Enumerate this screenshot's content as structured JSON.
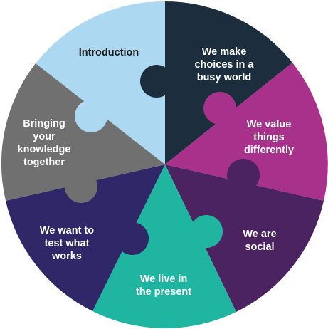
{
  "pieces": [
    {
      "id": "introduction",
      "lines": [
        "Introduction"
      ],
      "color": "#acd9f1",
      "text_color": "#1b1b1b"
    },
    {
      "id": "choices",
      "lines": [
        "We make",
        "choices in a",
        "busy world"
      ],
      "color": "#1c2e3d",
      "text_color": "#ffffff"
    },
    {
      "id": "value",
      "lines": [
        "We value",
        "things",
        "differently"
      ],
      "color": "#a7318b",
      "text_color": "#ffffff"
    },
    {
      "id": "social",
      "lines": [
        "We are",
        "social"
      ],
      "color": "#4b2360",
      "text_color": "#ffffff"
    },
    {
      "id": "present",
      "lines": [
        "We live in",
        "the present"
      ],
      "color": "#1fb5a1",
      "text_color": "#ffffff"
    },
    {
      "id": "test",
      "lines": [
        "We want to",
        "test what",
        "works"
      ],
      "color": "#2f2767",
      "text_color": "#ffffff"
    },
    {
      "id": "knowledge",
      "lines": [
        "Bringing",
        "your",
        "knowledge",
        "together"
      ],
      "color": "#707070",
      "text_color": "#ffffff"
    }
  ]
}
